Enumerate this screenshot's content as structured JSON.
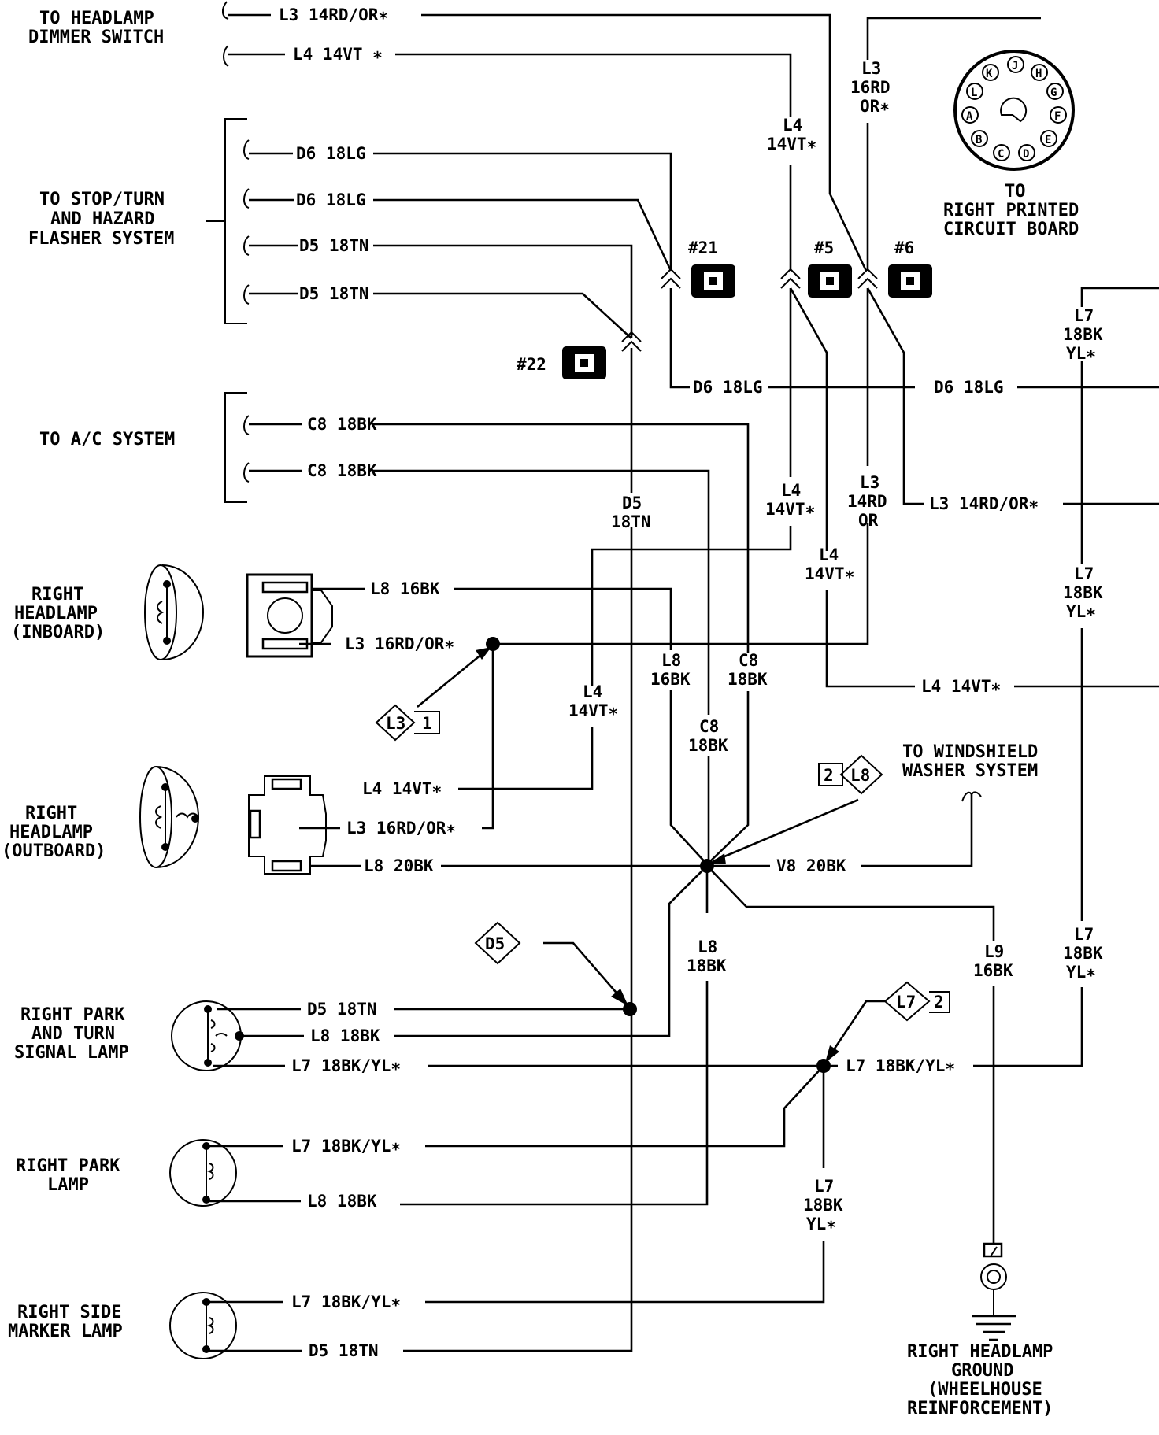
{
  "sections": {
    "dimmer": [
      "TO HEADLAMP",
      "DIMMER SWITCH"
    ],
    "stopturn": [
      "TO STOP/TURN",
      "AND HAZARD",
      "FLASHER SYSTEM"
    ],
    "ac": [
      "TO A/C SYSTEM"
    ],
    "hl_inboard": [
      "RIGHT",
      "HEADLAMP",
      "(INBOARD)"
    ],
    "hl_outboard": [
      "RIGHT",
      "HEADLAMP",
      "(OUTBOARD)"
    ],
    "park_turn": [
      "RIGHT PARK",
      "AND TURN",
      "SIGNAL LAMP"
    ],
    "park": [
      "RIGHT PARK",
      "LAMP"
    ],
    "side_marker": [
      "RIGHT SIDE",
      "MARKER LAMP"
    ],
    "washer": [
      "TO WINDSHIELD",
      "WASHER SYSTEM"
    ],
    "pcb": [
      "TO",
      "RIGHT PRINTED",
      "CIRCUIT BOARD"
    ],
    "ground": [
      "RIGHT HEADLAMP",
      "GROUND",
      "(WHEELHOUSE",
      "REINFORCEMENT)"
    ]
  },
  "connector_pins": [
    "K",
    "J",
    "H",
    "L",
    "G",
    "A",
    "F",
    "B",
    "C",
    "D",
    "E"
  ],
  "connectors": {
    "c21": "#21",
    "c5": "#5",
    "c6": "#6",
    "c22": "#22"
  },
  "splices": {
    "l3": [
      "L3",
      "1"
    ],
    "l8": [
      "2",
      "L8"
    ],
    "d5": "D5",
    "l7": [
      "L7",
      "2"
    ]
  },
  "wire_labels": {
    "l3_14rdor_top": "L3 14RD/OR∗",
    "l4_14vt_top": "L4 14VT ∗",
    "d6_a": "D6 18LG",
    "d6_b": "D6 18LG",
    "d5_a": "D5 18TN",
    "d5_b": "D5 18TN",
    "c8_a": "C8 18BK",
    "c8_b": "C8 18BK",
    "d6_mid": "D6 18LG",
    "d6_right": "D6 18LG",
    "l3_14rdor_right": "L3 14RD/OR∗",
    "l8_16bk_in": "L8 16BK",
    "l3_16rdor_in": "L3 16RD/OR∗",
    "l4_14vt_out": "L4 14VT∗",
    "l3_16rdor_out": "L3 16RD/OR∗",
    "l8_20bk_out": "L8 20BK",
    "v8_20bk": "V8 20BK",
    "l4_14vt_right": "L4 14VT∗",
    "d5_pt": "D5 18TN",
    "l8_pt": "L8 18BK",
    "l7_pt": "L7 18BK/YL∗",
    "l7_right": "L7 18BK/YL∗",
    "l7_park": "L7 18BK/YL∗",
    "l8_park": "L8 18BK",
    "l7_side": "L7 18BK/YL∗",
    "d5_side": "D5 18TN"
  },
  "vertical_labels": {
    "l3_16rd_or": [
      "L3",
      "16RD",
      "OR∗"
    ],
    "l4_14vt_a": [
      "L4",
      "14VT∗"
    ],
    "l4_14vt_b": [
      "L4",
      "14VT∗"
    ],
    "l3_14rd_or": [
      "L3",
      "14RD",
      "OR"
    ],
    "l4_14vt_c": [
      "L4",
      "14VT∗"
    ],
    "d5_18tn": [
      "D5",
      "18TN"
    ],
    "l4_14vt_d": [
      "L4",
      "14VT∗"
    ],
    "l8_16bk_v": [
      "L8",
      "16BK"
    ],
    "c8_18bk_v1": [
      "C8",
      "18BK"
    ],
    "c8_18bk_v2": [
      "C8",
      "18BK"
    ],
    "l8_18bk_v": [
      "L8",
      "18BK"
    ],
    "l9_16bk_v": [
      "L9",
      "16BK"
    ],
    "l7_right_a": [
      "L7",
      "18BK",
      "YL∗"
    ],
    "l7_right_b": [
      "L7",
      "18BK",
      "YL∗"
    ],
    "l7_right_c": [
      "L7",
      "18BK",
      "YL∗"
    ],
    "l7_lower": [
      "L7",
      "18BK",
      "YL∗"
    ]
  }
}
